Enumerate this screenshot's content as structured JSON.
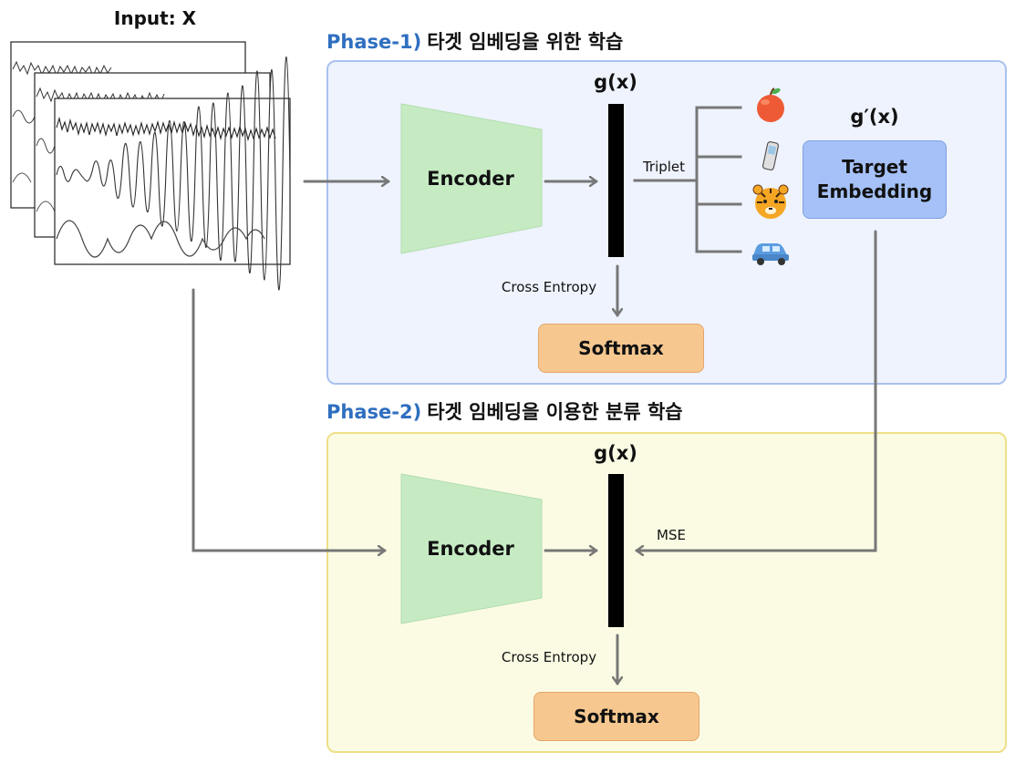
{
  "input": {
    "label": "Input: X"
  },
  "phase1": {
    "tag": "Phase-1)",
    "title": "타겟 임베딩을 위한 학습",
    "encoder": "Encoder",
    "embedding_label": "g(x)",
    "target_embedding_label": "g′(x)",
    "triplet": "Triplet",
    "cross_entropy": "Cross Entropy",
    "softmax": "Softmax",
    "target_box": {
      "line1": "Target",
      "line2": "Embedding"
    },
    "icons": [
      "apple-icon",
      "mobile-phone-icon",
      "tiger-face-icon",
      "car-icon"
    ]
  },
  "phase2": {
    "tag": "Phase-2)",
    "title": "타겟 임베딩을 이용한 분류 학습",
    "encoder": "Encoder",
    "embedding_label": "g(x)",
    "mse": "MSE",
    "cross_entropy": "Cross Entropy",
    "softmax": "Softmax"
  },
  "colors": {
    "phase_tag": "#2f6fc0",
    "phase1_bg": "#eef3fd",
    "phase2_bg": "#fbfbe4",
    "encoder": "#c6ebc3",
    "softmax": "#f6c890",
    "target_embedding": "#a5c1f7",
    "arrow": "#777777"
  }
}
